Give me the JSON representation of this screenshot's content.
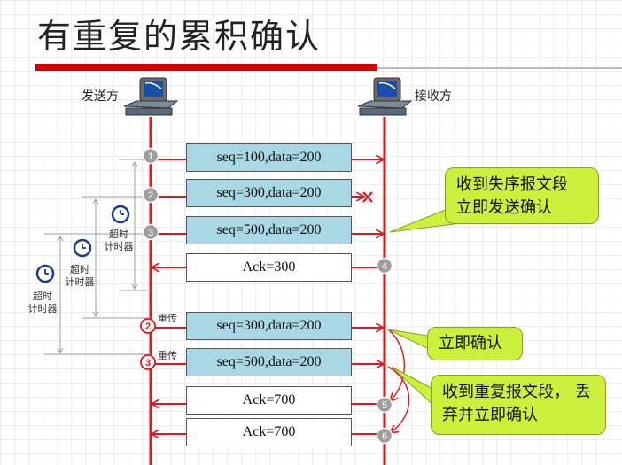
{
  "title": "有重复的累积确认",
  "sender_label": "发送方",
  "receiver_label": "接收方",
  "messages": [
    {
      "text": "seq=100,data=200"
    },
    {
      "text": "seq=300,data=200"
    },
    {
      "text": "seq=500,data=200"
    },
    {
      "text": "Ack=300"
    },
    {
      "text": "seq=300,data=200"
    },
    {
      "text": "seq=500,data=200"
    },
    {
      "text": "Ack=700"
    },
    {
      "text": "Ack=700"
    }
  ],
  "step_numbers": [
    "1",
    "2",
    "3",
    "4",
    "2",
    "3",
    "5",
    "6"
  ],
  "timers": [
    {
      "line1": "超时",
      "line2": "计时器"
    },
    {
      "line1": "超时",
      "line2": "计时器"
    },
    {
      "line1": "超时",
      "line2": "计时器"
    }
  ],
  "retransmit_label": "重传",
  "callouts": {
    "out_of_order": "收到失序报文段 立即发送确认",
    "immediate_ack": "立即确认",
    "duplicate": "收到重复报文段， 丢弃并立即确认"
  },
  "colors": {
    "arrow": "#e8141b",
    "lifeline": "#e8141b",
    "msg_blue": "#a9d8e4",
    "callout": "#ccf03c",
    "step_circle": "#9e9e9e"
  },
  "icons": [
    "computer-icon",
    "clock-icon",
    "x-mark-icon"
  ]
}
